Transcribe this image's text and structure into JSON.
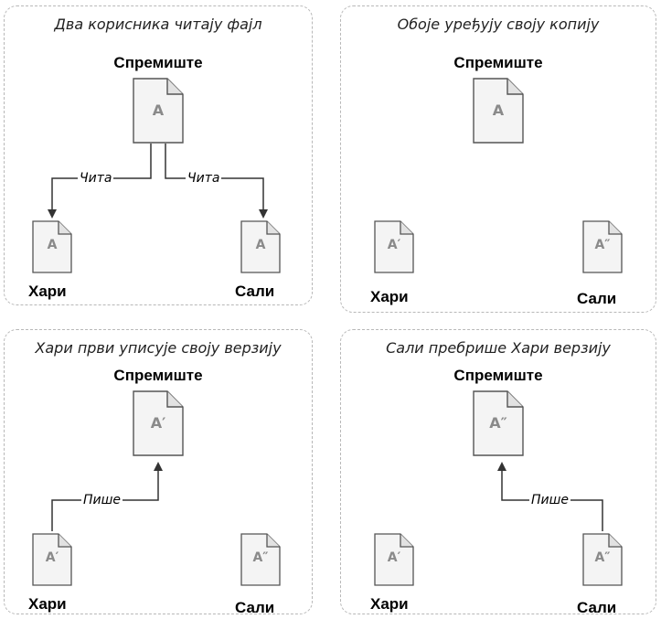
{
  "panels": [
    {
      "title": "Два корисника читају фајл",
      "repo": "Спремиште",
      "left_user": "Хари",
      "right_user": "Сали",
      "repo_doc": "A",
      "left_doc": "A",
      "right_doc": "A",
      "left_edge": "Чита",
      "right_edge": "Чита"
    },
    {
      "title": "Обоје уређују своју копију",
      "repo": "Спремиште",
      "left_user": "Хари",
      "right_user": "Сали",
      "repo_doc": "A",
      "left_doc": "A′",
      "right_doc": "A″"
    },
    {
      "title": "Хари први уписује своју верзију",
      "repo": "Спремиште",
      "left_user": "Хари",
      "right_user": "Сали",
      "repo_doc": "A′",
      "left_doc": "A′",
      "right_doc": "A″",
      "edge": "Пише"
    },
    {
      "title": "Сали пребрише Хари верзију",
      "repo": "Спремиште",
      "left_user": "Хари",
      "right_user": "Сали",
      "repo_doc": "A″",
      "left_doc": "A′",
      "right_doc": "A″",
      "edge": "Пише"
    }
  ],
  "colors": {
    "border": "#b8b8b8",
    "doc_fill": "#f4f4f4",
    "doc_stroke": "#555555",
    "doc_text": "#8a8a8a"
  }
}
